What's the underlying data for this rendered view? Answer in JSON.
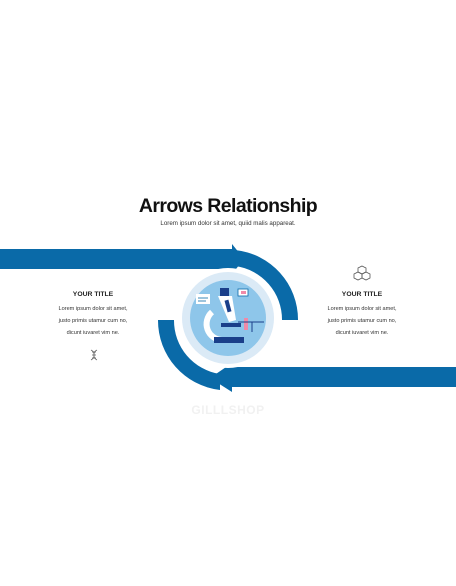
{
  "slide": {
    "title": "Arrows Relationship",
    "subtitle": "Lorem ipsum dolor sit amet, quiid malis appareat.",
    "watermark": "GILLLSHOP"
  },
  "left_block": {
    "heading": "YOUR TITLE",
    "lines": [
      "Lorem ipsum dolor sit amet,",
      "justo primis utamur cum no,",
      "dicunt iuvaret vim ne."
    ],
    "icon": "dna-icon"
  },
  "right_block": {
    "heading": "YOUR TITLE",
    "lines": [
      "Lorem ipsum dolor sit amet,",
      "justo primis utamur cum no,",
      "dicunt iuvaret vim ne."
    ],
    "icon": "molecule-icon"
  },
  "center_icon": "microscope-icon",
  "colors": {
    "arrow_blue": "#0a6aa8",
    "circle_light": "#dbeaf6",
    "circle_mid": "#8ec6ea",
    "accent_pink": "#f08aa8",
    "text_dark": "#111111"
  }
}
